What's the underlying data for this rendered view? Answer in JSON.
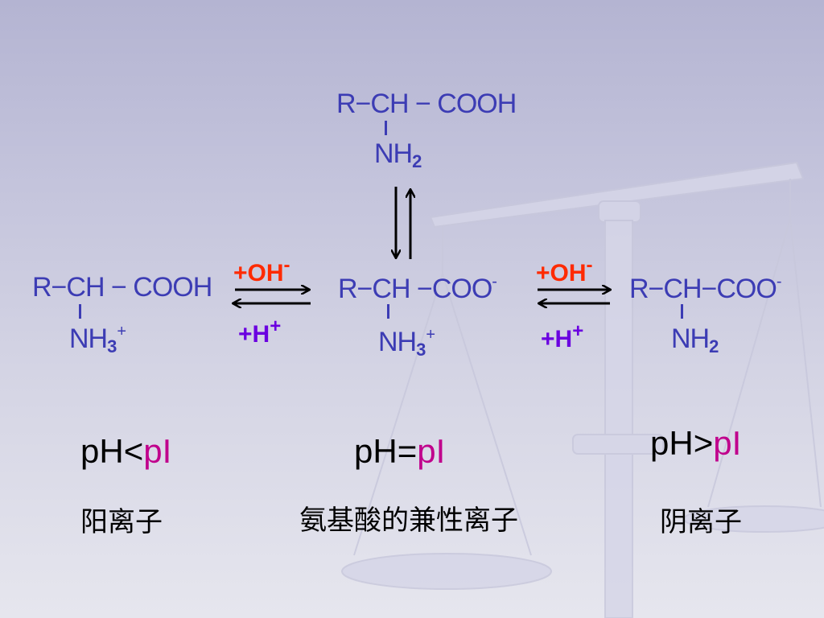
{
  "top": {
    "line1": "R−CH − COOH",
    "line2_main": "NH",
    "line2_sub": "2"
  },
  "left": {
    "line1": "R−CH − COOH",
    "line2_main": "NH",
    "line2_sub": "3",
    "line2_sup": "+"
  },
  "middle": {
    "line1": "R−CH −COO",
    "line1_sup": "-",
    "line2_main": "NH",
    "line2_sub": "3",
    "line2_sup": "+"
  },
  "right": {
    "line1": "R−CH−COO",
    "line1_sup": "-",
    "line2_main": "NH",
    "line2_sub": "2"
  },
  "reagents": {
    "left_oh": "+OH",
    "left_oh_sup": "-",
    "left_h": "+H",
    "left_h_sup": "+",
    "right_oh": "+OH",
    "right_oh_sup": "-",
    "right_h": "+H",
    "right_h_sup": "+"
  },
  "conditions": {
    "left_ph": "pH<",
    "left_pi": "pI",
    "middle_ph": "pH=",
    "middle_pi": "pI",
    "right_ph": "pH>",
    "right_pi": "pI"
  },
  "labels": {
    "left": "阳离子",
    "middle": "氨基酸的兼性离子",
    "right": "阴离子"
  },
  "colors": {
    "formula": "#3c3cb4",
    "oh": "#ff2a00",
    "h_plus": "#6a00e0",
    "pi": "#c0008c",
    "text": "#000000"
  }
}
